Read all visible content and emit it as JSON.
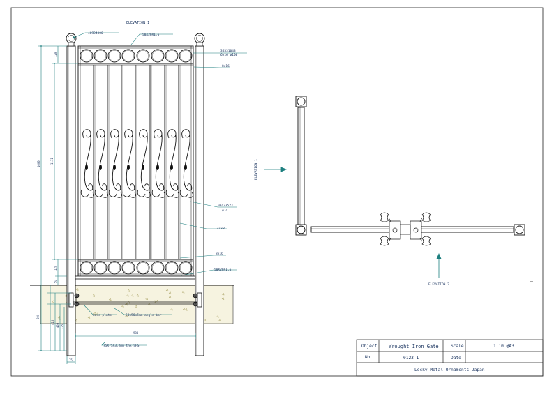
{
  "drawing": {
    "elevation1_title": "ELEVATION 1",
    "elevation1_side_label": "ELEVATION 1",
    "elevation2_label": "ELEVATION 2",
    "callouts": {
      "ball": "40SD4000",
      "top_rail": "50X20X1.6",
      "ring_spec_code": "35331043",
      "ring_spec_size": "6x16 ø100",
      "bar_top": "8x16",
      "scroll_code": "08433523",
      "scroll_size": "ø14",
      "picket": "44x8",
      "bar_bottom": "8x16",
      "bottom_rail": "50X20X1.6",
      "base_plate": "base plate",
      "angle_bar": "50x50x5mm angle bar",
      "post": "75X75X3.2mm thk SHS"
    },
    "dimensions": {
      "overall_height": "1600",
      "infill_height": "1111",
      "top_band": "120",
      "bottom_band": "120",
      "rail_gap": "50",
      "footing_depth": "500",
      "footing_a": "415",
      "footing_b": "400",
      "footing_c": "335",
      "gate_width": "980",
      "post_width": "75"
    }
  },
  "title_block": {
    "object_label": "Object",
    "object_value": "Wrought Iron Gate",
    "scale_label": "Scale",
    "scale_value": "1:10 @A3",
    "no_label": "No",
    "no_value": "0123-1",
    "date_label": "Date",
    "date_value": "",
    "company": "Lecky Metal Ornaments Japan"
  },
  "colors": {
    "ink": "#0d0d0d",
    "dimension": "#1d7f7f",
    "text": "#16305c",
    "concrete": "#f6f3e0",
    "concrete_speck": "#a8a060"
  }
}
